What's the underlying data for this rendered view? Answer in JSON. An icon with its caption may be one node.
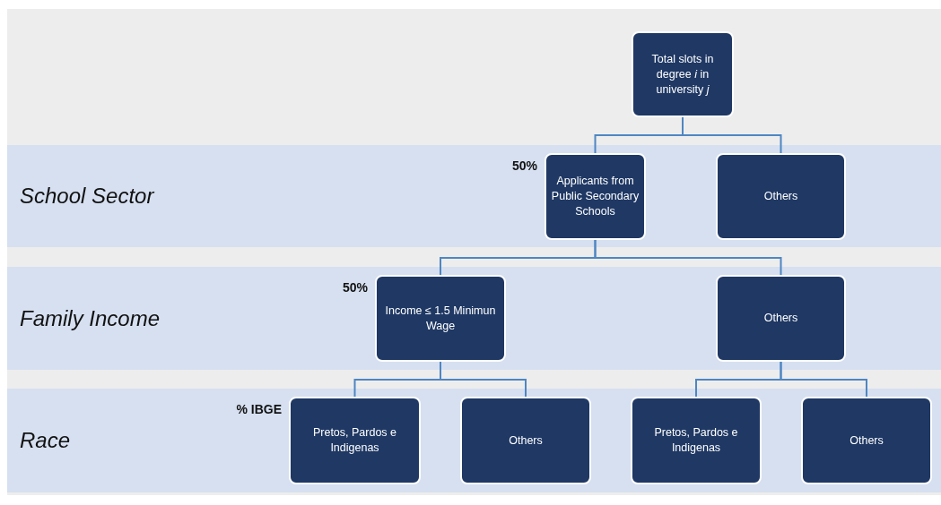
{
  "diagram": {
    "nodes": [
      {
        "text": [
          "Total slots in degree *i* in university *j*"
        ]
      },
      {
        "text": [
          "School Sector"
        ]
      },
      {
        "text": [
          "Applicants from Public Secondary Schools"
        ],
        "in": 1,
        "beside": [
          "50%"
        ]
      },
      {
        "text": [
          "Others"
        ],
        "in": 1
      },
      {
        "text": [
          "Family Income"
        ]
      },
      {
        "text": [
          "Income ≤ 1.5 Minimun Wage"
        ],
        "in": 4,
        "beside": [
          "50%"
        ]
      },
      {
        "text": [
          "Others"
        ],
        "in": 4
      },
      {
        "text": [
          "Race"
        ]
      },
      {
        "text": [
          "Pretos, Pardos e Indigenas"
        ],
        "in": 7,
        "beside": [
          "% IBGE"
        ]
      },
      {
        "text": [
          "Others"
        ],
        "in": 7
      },
      {
        "text": [
          "Pretos, Pardos e Indigenas"
        ],
        "in": 7
      },
      {
        "text": [
          "Others"
        ],
        "in": 7
      }
    ],
    "edges": [
      {
        "from": 0,
        "to": 2,
        "arrow": "none"
      },
      {
        "from": 0,
        "to": 3,
        "arrow": "none"
      },
      {
        "from": 2,
        "to": 5,
        "arrow": "none"
      },
      {
        "from": 2,
        "to": 6,
        "arrow": "none"
      },
      {
        "from": 5,
        "to": 8,
        "arrow": "none"
      },
      {
        "from": 5,
        "to": 9,
        "arrow": "none"
      },
      {
        "from": 6,
        "to": 10,
        "arrow": "none"
      },
      {
        "from": 6,
        "to": 11,
        "arrow": "none"
      }
    ]
  }
}
